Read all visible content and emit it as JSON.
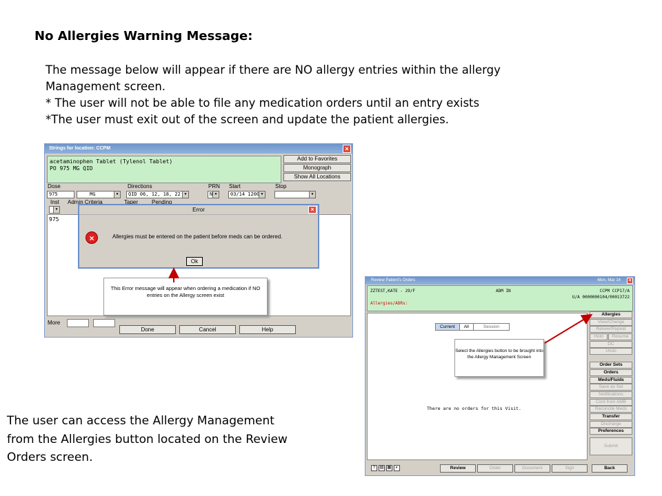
{
  "slide": {
    "title": "No Allergies Warning Message:",
    "intro_lines": [
      "The message below will appear if there are NO allergy entries within the allergy",
      "Management screen.",
      "* The user will not be able to file any medication orders until an entry exists",
      "*The user must exit out of the screen and update the patient allergies."
    ],
    "bottom_note_lines": [
      "The user can access the Allergy Management",
      "from the Allergies button located on the Review",
      "Orders screen."
    ]
  },
  "win1": {
    "title": "Strings for location: CCPM",
    "med_lines": [
      "acetaminophen Tablet (Tylenol Tablet)",
      "PO 975 MG QID"
    ],
    "right_buttons": [
      "Add to Favorites",
      "Monograph",
      "Show All Locations"
    ],
    "labels": {
      "dose": "Dose",
      "directions": "Directions",
      "prn": "PRN",
      "start": "Start",
      "stop": "Stop",
      "inst": "Inst",
      "admin_criteria": "Admin Criteria",
      "taper": "Taper",
      "pending": "Pending",
      "more": "More"
    },
    "values": {
      "dose": "975",
      "unit": "MG",
      "directions": "QID 06, 12, 18, 22",
      "prn": "N",
      "start": "03/14 1200",
      "stop": "",
      "list_first": "975"
    },
    "bottom_buttons": [
      "Done",
      "Cancel",
      "Help"
    ]
  },
  "error_dialog": {
    "title": "Error",
    "message": "Allergies must be entered on the patient before meds can be ordered.",
    "ok_label": "Ok"
  },
  "callout1": {
    "text": "This Error message will appear when ordering a medication if NO entries on the Allergy screen exist"
  },
  "win2": {
    "title": "Review Patient's Orders",
    "date": "Mon, Mar 14",
    "patient": "ZZTEST,KATE - 29/F",
    "status": "ADM IN",
    "location": "CCPM CCP17/A",
    "account": "U/A 0000000104/00013722",
    "allergies_label": "Allergies/ADRs:",
    "tabs": [
      "Current",
      "All",
      "Session"
    ],
    "empty_message": "There are no orders for this Visit.",
    "side_buttons": [
      {
        "label": "Allergies",
        "state": "bold"
      },
      {
        "label": "View/Change",
        "state": "dis"
      },
      {
        "label": "Renew/Repeat",
        "state": "dis"
      },
      {
        "label": "Hold",
        "state": "dis"
      },
      {
        "label": "Resume",
        "state": "dis"
      },
      {
        "label": "DC",
        "state": "dis"
      },
      {
        "label": "Undo",
        "state": "dis"
      },
      {
        "label": "Order Sets",
        "state": "bold"
      },
      {
        "label": "Orders",
        "state": "bold"
      },
      {
        "label": "Meds/Fluids",
        "state": "bold"
      },
      {
        "label": "Save as Set",
        "state": "dis"
      },
      {
        "label": "Notifications",
        "state": "dis"
      },
      {
        "label": "Cont from AMB",
        "state": "dis"
      },
      {
        "label": "Reconcile Meds",
        "state": "dis"
      },
      {
        "label": "Transfer",
        "state": "bold"
      },
      {
        "label": "Discharge",
        "state": "dis"
      },
      {
        "label": "Preferences",
        "state": "bold"
      },
      {
        "label": "Submit",
        "state": "dis"
      }
    ],
    "bottom_buttons": [
      {
        "label": "Review",
        "state": "bold"
      },
      {
        "label": "Order",
        "state": "dis"
      },
      {
        "label": "Document",
        "state": "dis"
      },
      {
        "label": "Sign",
        "state": "dis"
      },
      {
        "label": "Back",
        "state": "bold"
      }
    ],
    "icons": [
      "help-icon",
      "print-icon",
      "page-icon",
      "nav-icon"
    ]
  },
  "callout2": {
    "text": "Select the Allergies button to be brought into the Allergy Management Screen"
  },
  "colors": {
    "green_panel": "#c8f0c8",
    "allergy_red": "#d00000",
    "arrow_red": "#c00000",
    "titlebar": "#7aa0d0"
  }
}
